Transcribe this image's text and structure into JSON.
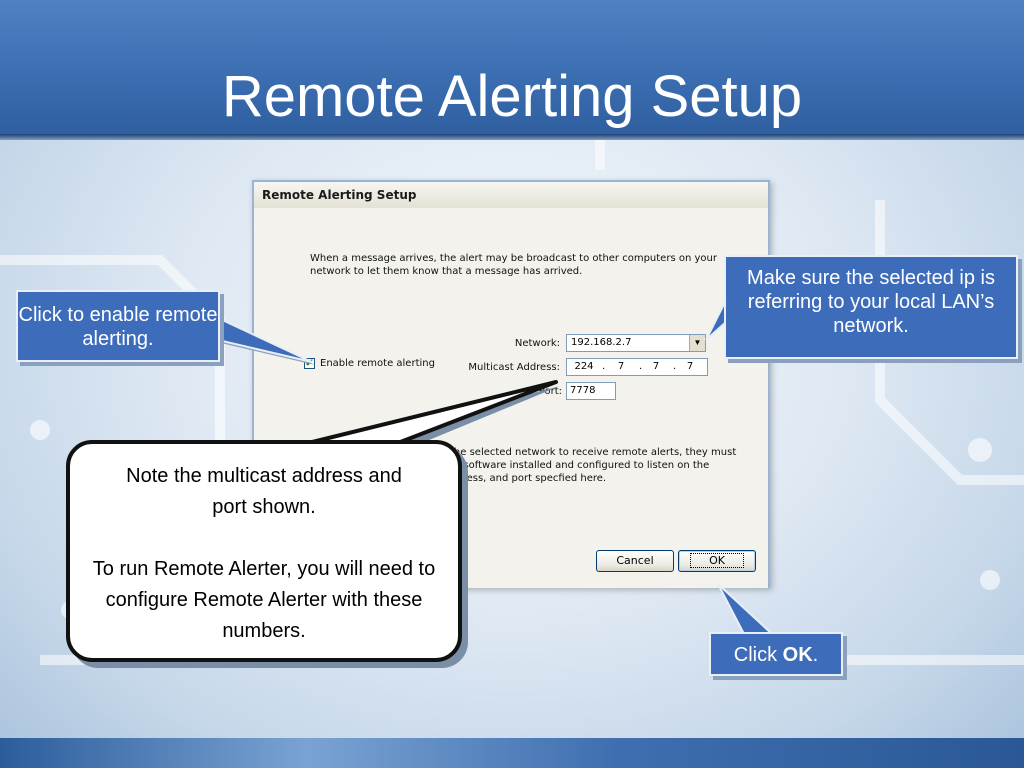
{
  "slide": {
    "title": "Remote Alerting Setup"
  },
  "dialog": {
    "caption": "Remote Alerting Setup",
    "intro": "When a message arrives, the alert may be broadcast to other computers on your network to let them know that a message has arrived.",
    "network_label": "Network:",
    "network_value": "192.168.2.7",
    "multicast_label": "Multicast Address:",
    "multicast_octets": [
      "224",
      "7",
      "7",
      "7"
    ],
    "port_label": "Port:",
    "port_value": "7778",
    "enable_label": "Enable remote alerting",
    "enable_checked": true,
    "note": "the selected network to receive remote alerts, they must er software installed and configured to listen on the ddress, and port specfied here.",
    "cancel_label": "Cancel",
    "ok_label": "OK"
  },
  "callouts": {
    "left": "Click to enable remote alerting.",
    "right": "Make sure the selected ip is referring to your local LAN’s network.",
    "ok_prefix": "Click ",
    "ok_bold": "OK",
    "ok_suffix": ".",
    "note_line1": "Note the multicast address and port shown.",
    "note_line2": "To run Remote Alerter, you will need to configure Remote Alerter with these numbers."
  },
  "colors": {
    "accent": "#3d6cba",
    "title_bar": "#3a6cb0"
  }
}
